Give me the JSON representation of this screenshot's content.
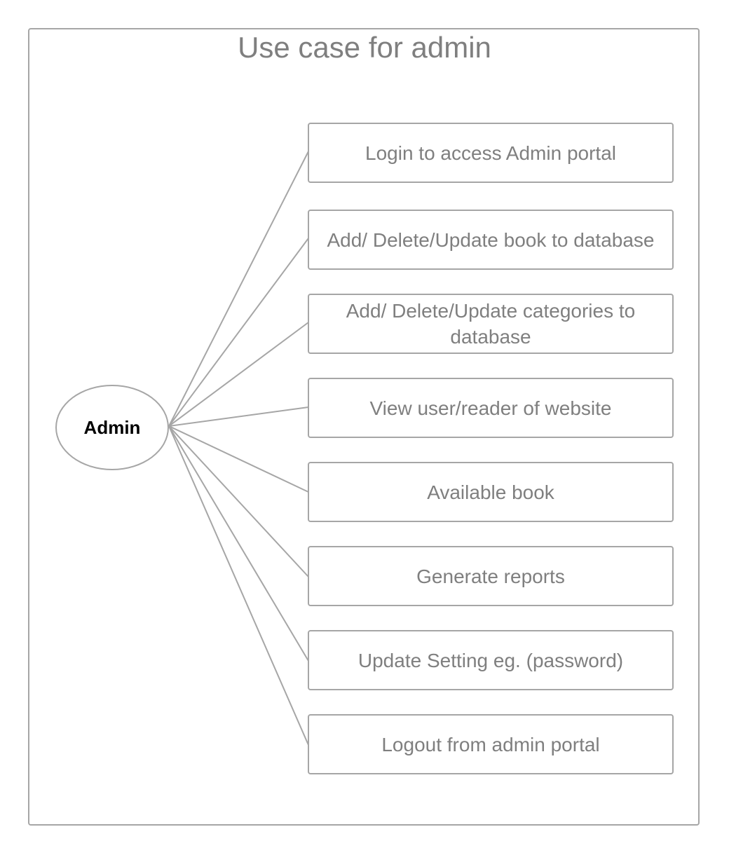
{
  "diagram": {
    "title": "Use case for admin",
    "actor": {
      "label": "Admin"
    },
    "use_cases": [
      {
        "label": "Login to access Admin portal"
      },
      {
        "label": "Add/ Delete/Update book to database"
      },
      {
        "label": "Add/ Delete/Update categories to database"
      },
      {
        "label": "View user/reader of website"
      },
      {
        "label": "Available book"
      },
      {
        "label": "Generate  reports"
      },
      {
        "label": "Update Setting eg. (password)"
      },
      {
        "label": "Logout from admin portal"
      }
    ],
    "colors": {
      "stroke": "#a6a6a6",
      "text": "#7f7f7f",
      "actor_text": "#000000"
    }
  }
}
